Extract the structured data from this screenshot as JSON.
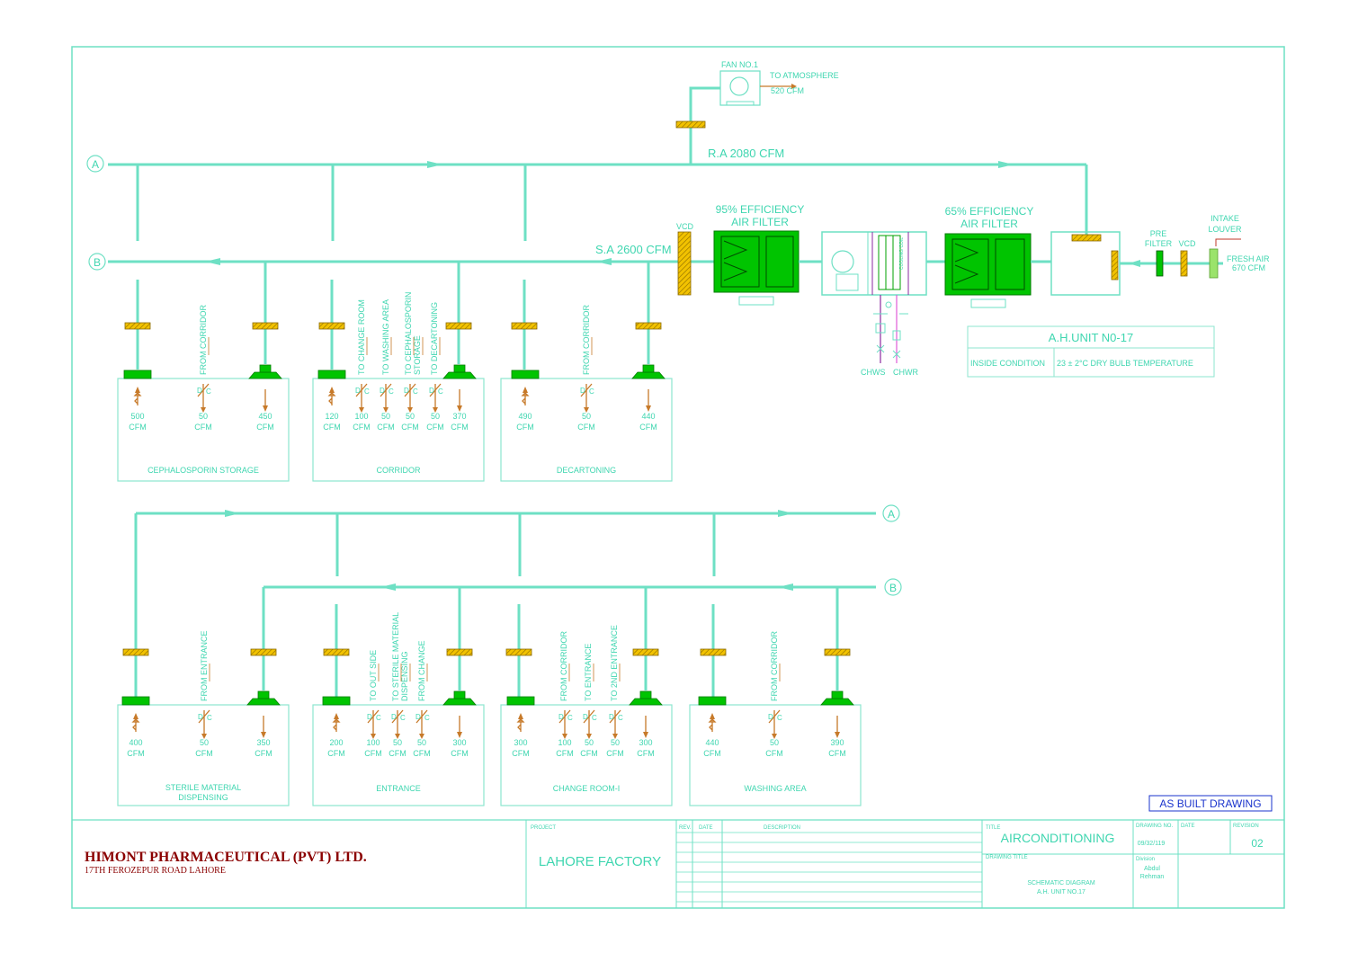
{
  "colors": {
    "duct": "#6ee0c4",
    "text": "#3fd6b0",
    "equipment": "#00c400",
    "damper": "#f2c200",
    "brand": "#8b0000",
    "note": "#1a33cc",
    "flow": "#c77a2a"
  },
  "top": {
    "fan_label": "FAN NO.1",
    "to_atmosphere": "TO ATMOSPHERE",
    "fan_cfm": "520 CFM",
    "ra": "R.A 2080 CFM",
    "sa": "S.A 2600 CFM",
    "vcd": "VCD",
    "filter95_line1": "95%  EFFICIENCY",
    "filter95_line2": "AIR FILTER",
    "filter65_line1": "65%  EFFICIENCY",
    "filter65_line2": "AIR FILTER",
    "pre_filter_line1": "PRE",
    "pre_filter_line2": "FILTER",
    "vcd2": "VCD",
    "intake_line1": "INTAKE",
    "intake_line2": "LOUVER",
    "fresh_air": "FRESH AIR",
    "fresh_cfm": "670 CFM",
    "chws": "CHWS",
    "chwr": "CHWR",
    "coil_label": "COOLING COIL",
    "ahu_title": "A.H.UNIT N0-17",
    "inside_condition": "INSIDE CONDITION",
    "inside_value": "23 ± 2°C DRY BULB TEMPERATURE",
    "marker_a": "A",
    "marker_b": "B"
  },
  "rooms": [
    {
      "name": "CEPHALOSPORIN STORAGE",
      "items": [
        {
          "v": "500",
          "u": "CFM"
        },
        {
          "v": "50",
          "u": "CFM"
        },
        {
          "v": "450",
          "u": "CFM"
        }
      ],
      "labels": [
        "FROM CORRIDOR"
      ]
    },
    {
      "name": "CORRIDOR",
      "items": [
        {
          "v": "120",
          "u": "CFM"
        },
        {
          "v": "100",
          "u": "CFM"
        },
        {
          "v": "50",
          "u": "CFM"
        },
        {
          "v": "50",
          "u": "CFM"
        },
        {
          "v": "50",
          "u": "CFM"
        },
        {
          "v": "370",
          "u": "CFM"
        }
      ],
      "labels": [
        "TO CHANGE ROOM",
        "TO WASHING AREA",
        "TO CEPHALOSPORIN",
        "STORAGE",
        "TO DECARTONING"
      ]
    },
    {
      "name": "DECARTONING",
      "items": [
        {
          "v": "490",
          "u": "CFM"
        },
        {
          "v": "50",
          "u": "CFM"
        },
        {
          "v": "440",
          "u": "CFM"
        }
      ],
      "labels": [
        "FROM CORRIDOR"
      ]
    },
    {
      "name_line1": "STERILE MATERIAL",
      "name_line2": "DISPENSING",
      "items": [
        {
          "v": "400",
          "u": "CFM"
        },
        {
          "v": "50",
          "u": "CFM"
        },
        {
          "v": "350",
          "u": "CFM"
        }
      ],
      "labels": [
        "FROM ENTRANCE"
      ]
    },
    {
      "name": "ENTRANCE",
      "items": [
        {
          "v": "200",
          "u": "CFM"
        },
        {
          "v": "100",
          "u": "CFM"
        },
        {
          "v": "50",
          "u": "CFM"
        },
        {
          "v": "50",
          "u": "CFM"
        },
        {
          "v": "300",
          "u": "CFM"
        }
      ],
      "labels": [
        "TO OUT SIDE",
        "TO STERILE MATERIAL",
        "DISPENSING",
        "FROM CHANGE"
      ]
    },
    {
      "name": "CHANGE ROOM-I",
      "items": [
        {
          "v": "300",
          "u": "CFM"
        },
        {
          "v": "100",
          "u": "CFM"
        },
        {
          "v": "50",
          "u": "CFM"
        },
        {
          "v": "50",
          "u": "CFM"
        },
        {
          "v": "300",
          "u": "CFM"
        }
      ],
      "labels": [
        "FROM CORRIDOR",
        "TO ENTRANCE",
        "TO 2ND ENTRANCE"
      ]
    },
    {
      "name": "WASHING AREA",
      "items": [
        {
          "v": "440",
          "u": "CFM"
        },
        {
          "v": "50",
          "u": "CFM"
        },
        {
          "v": "390",
          "u": "CFM"
        }
      ],
      "labels": [
        "FROM CORRIDOR"
      ]
    }
  ],
  "damper_letters": {
    "d": "D",
    "c": "C"
  },
  "stamp": "AS BUILT DRAWING",
  "titleblock": {
    "company": "HIMONT  PHARMACEUTICAL (PVT) LTD.",
    "address": "17TH FEROZEPUR ROAD LAHORE",
    "project_hdr": "PROJECT",
    "project": "LAHORE FACTORY",
    "rev_hdr": "REV.",
    "date_hdr": "DATE",
    "desc_hdr": "DESCRIPTION",
    "title_hdr": "TITLE",
    "title": "AIRCONDITIONING",
    "drawing_title_hdr": "DRAWING TITLE",
    "drawing_title_line1": "SCHEMATIC DIAGRAM",
    "drawing_title_line2": "A.H. UNIT NO.17",
    "drawing_no_hdr": "DRAWING NO.",
    "drawing_no": "09/32/119",
    "date2_hdr": "DATE",
    "revision_hdr": "REVISION",
    "revision": "02",
    "division_hdr": "Division",
    "division_line1": "Abdul",
    "division_line2": "Rehman"
  }
}
